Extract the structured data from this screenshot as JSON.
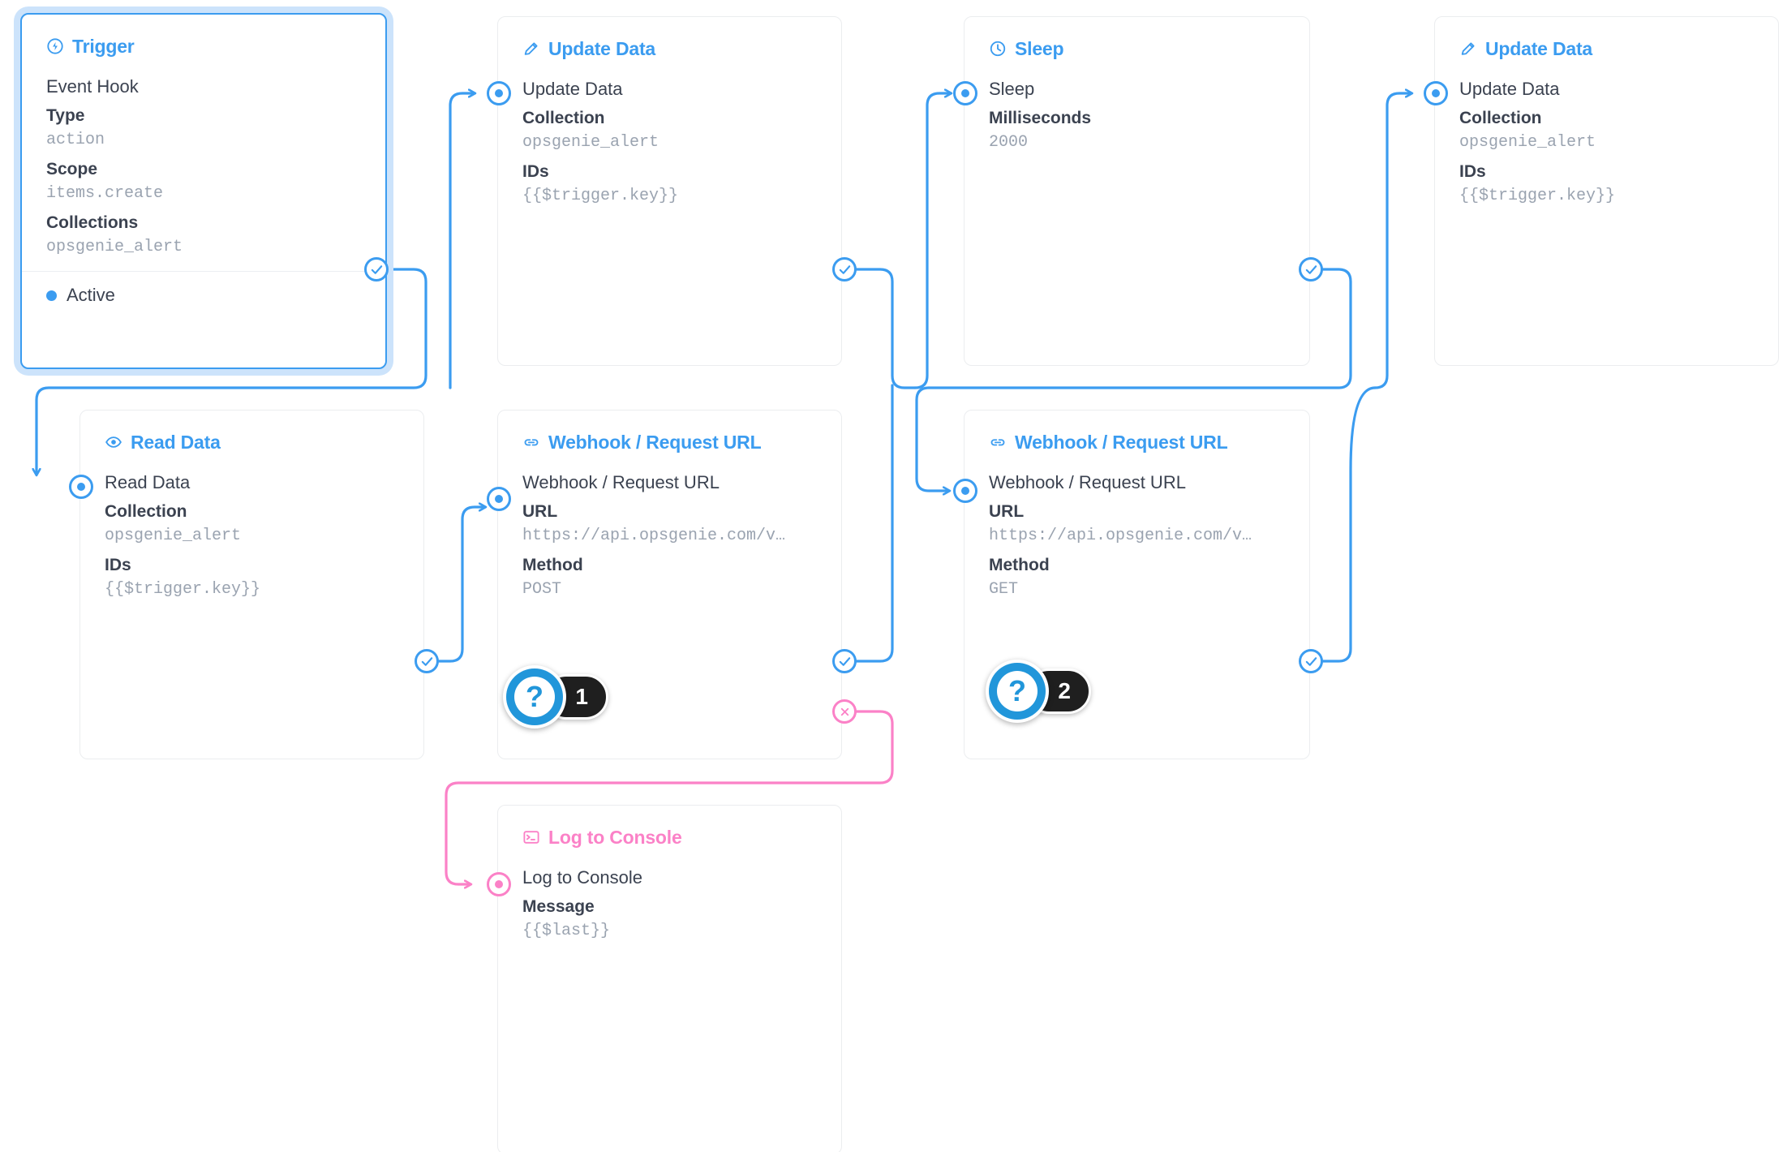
{
  "flow": {
    "nodes": [
      {
        "id": "trigger",
        "header_label": "Trigger",
        "header_icon": "bolt-circle-icon",
        "accent": "#3b9cf0",
        "selected": true,
        "op_name": "Event Hook",
        "fields": [
          {
            "label": "Type",
            "value": "action"
          },
          {
            "label": "Scope",
            "value": "items.create"
          },
          {
            "label": "Collections",
            "value": "opsgenie_alert"
          }
        ],
        "status": "Active"
      },
      {
        "id": "update-data-1",
        "header_label": "Update Data",
        "header_icon": "pencil-icon",
        "accent": "#3b9cf0",
        "op_name": "Update Data",
        "fields": [
          {
            "label": "Collection",
            "value": "opsgenie_alert"
          },
          {
            "label": "IDs",
            "value": "{{$trigger.key}}"
          }
        ]
      },
      {
        "id": "sleep",
        "header_label": "Sleep",
        "header_icon": "clock-icon",
        "accent": "#3b9cf0",
        "op_name": "Sleep",
        "fields": [
          {
            "label": "Milliseconds",
            "value": "2000"
          }
        ]
      },
      {
        "id": "update-data-2",
        "header_label": "Update Data",
        "header_icon": "pencil-icon",
        "accent": "#3b9cf0",
        "op_name": "Update Data",
        "fields": [
          {
            "label": "Collection",
            "value": "opsgenie_alert"
          },
          {
            "label": "IDs",
            "value": "{{$trigger.key}}"
          }
        ]
      },
      {
        "id": "read-data",
        "header_label": "Read Data",
        "header_icon": "eye-icon",
        "accent": "#3b9cf0",
        "op_name": "Read Data",
        "fields": [
          {
            "label": "Collection",
            "value": "opsgenie_alert"
          },
          {
            "label": "IDs",
            "value": "{{$trigger.key}}"
          }
        ]
      },
      {
        "id": "webhook-post",
        "header_label": "Webhook / Request URL",
        "header_icon": "link-icon",
        "accent": "#3b9cf0",
        "op_name": "Webhook / Request URL",
        "fields": [
          {
            "label": "URL",
            "value": "https://api.opsgenie.com/v…"
          },
          {
            "label": "Method",
            "value": "POST"
          }
        ]
      },
      {
        "id": "webhook-get",
        "header_label": "Webhook / Request URL",
        "header_icon": "link-icon",
        "accent": "#3b9cf0",
        "op_name": "Webhook / Request URL",
        "fields": [
          {
            "label": "URL",
            "value": "https://api.opsgenie.com/v…"
          },
          {
            "label": "Method",
            "value": "GET"
          }
        ]
      },
      {
        "id": "log-to-console",
        "header_label": "Log to Console",
        "header_icon": "terminal-icon",
        "accent": "#fb81c7",
        "op_name": "Log to Console",
        "fields": [
          {
            "label": "Message",
            "value": "{{$last}}"
          }
        ]
      }
    ],
    "badges": [
      {
        "id": "badge-1",
        "symbol": "?",
        "count": "1",
        "attached_to": "webhook-post"
      },
      {
        "id": "badge-2",
        "symbol": "?",
        "count": "2",
        "attached_to": "webhook-get"
      }
    ],
    "colors": {
      "accent_blue": "#3b9cf0",
      "accent_pink": "#fb81c7",
      "selection_glow": "#cce3fb",
      "badge_pill": "#1f1f1f",
      "value_text": "#9aa3b0",
      "label_text": "#3b4250"
    }
  }
}
